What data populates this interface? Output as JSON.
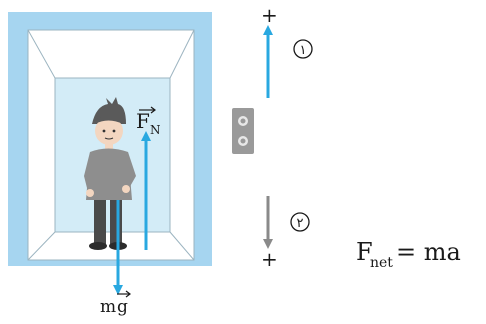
{
  "labels": {
    "normal_force": "F",
    "normal_force_sub": "N",
    "weight_m": "m",
    "weight_g": "g",
    "plus_top": "+",
    "plus_bottom": "+",
    "case_1": "١",
    "case_2": "٢",
    "equation_f": "F",
    "equation_sub": "net",
    "equation_rhs": "= ma"
  },
  "colors": {
    "elevator_frame": "#a6d5f0",
    "elevator_cab": "#d3ecf7",
    "force_arrow": "#29a8e0",
    "down_arrow": "#8a8a8a",
    "button_panel": "#9a9a9a"
  },
  "icons": {
    "person": "boy-standing-icon",
    "button_panel": "elevator-button-panel-icon"
  }
}
